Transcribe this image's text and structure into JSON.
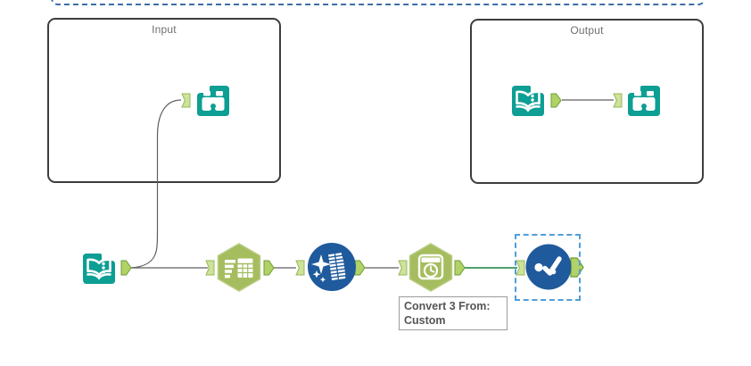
{
  "app": {
    "name": "workflow-canvas"
  },
  "containers": {
    "top_partial": {
      "label": "",
      "selected": true
    },
    "input": {
      "label": "Input"
    },
    "output": {
      "label": "Output"
    }
  },
  "annotation_tooltip": {
    "line1": "Convert 3 From:",
    "line2": "Custom"
  },
  "tools": [
    {
      "id": "browse-in-input-container",
      "icon": "binoculars-icon"
    },
    {
      "id": "book-in-output-container",
      "icon": "open-book-icon"
    },
    {
      "id": "browse-in-output-container",
      "icon": "binoculars-icon"
    },
    {
      "id": "input-data-canvas",
      "icon": "open-book-icon"
    },
    {
      "id": "summarize-canvas",
      "icon": "bars-table-hexagon-icon"
    },
    {
      "id": "data-cleansing-canvas",
      "icon": "sparkle-table-circle-icon"
    },
    {
      "id": "datetime-canvas",
      "icon": "clock-hexagon-icon"
    },
    {
      "id": "unique-canvas",
      "icon": "dot-checkmark-circle-icon",
      "selected": true
    }
  ],
  "colors": {
    "tool_teal": "#0d9e94",
    "tool_green": "#a5bd5e",
    "tool_blue": "#1f5a9c",
    "anchor_arrow_fill": "#b0d266",
    "anchor_arrow_border": "#6d9c33",
    "anchor_flag_fill": "#cfe29b",
    "anchor_flag_border": "#93b859",
    "connection_gray": "#5f5f5f",
    "connection_green": "#17803d",
    "container_border": "#3d3d3d",
    "selection_dash_blue": "#4f9eda",
    "label_gray": "#6f6f6f",
    "tooltip_text": "#565656",
    "tooltip_border": "#9b9b9b"
  }
}
